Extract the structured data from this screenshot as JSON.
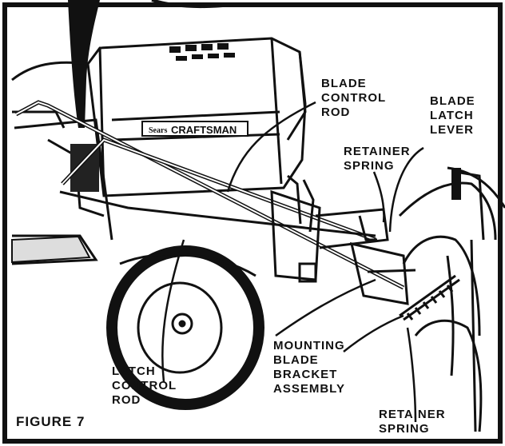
{
  "caption": "FIGURE 7",
  "brand_plate": "CRAFTSMAN",
  "brand_badge": "Sears",
  "labels": {
    "blade_control_rod": [
      "BLADE",
      "CONTROL",
      "ROD"
    ],
    "blade_latch_lever": [
      "BLADE",
      "LATCH",
      "LEVER"
    ],
    "retainer_spring_upper": [
      "RETAINER",
      "SPRING"
    ],
    "mounting_bracket": [
      "MOUNTING",
      "BLADE",
      "BRACKET",
      "ASSEMBLY"
    ],
    "latch_control_rod": [
      "LATCH",
      "CONTROL",
      "ROD"
    ],
    "retainer_spring_lower": [
      "RETAINER",
      "SPRING"
    ]
  }
}
